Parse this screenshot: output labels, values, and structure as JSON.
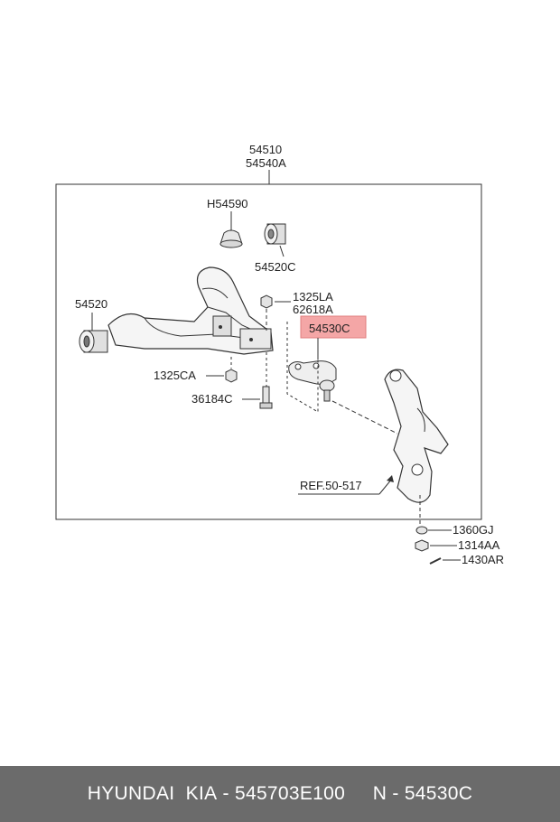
{
  "diagram": {
    "assembly_labels": [
      "54510",
      "54540A"
    ],
    "parts": {
      "h54590": "H54590",
      "p54520c": "54520C",
      "p54520": "54520",
      "p1325la": "1325LA",
      "p62618a": "62618A",
      "p54530c": "54530C",
      "p1325ca": "1325CA",
      "p36184c": "36184C",
      "ref": "REF.50-517",
      "p1360gj": "1360GJ",
      "p1314aa": "1314AA",
      "p1430ar": "1430AR"
    },
    "highlight_color": "#f4a6a6"
  },
  "footer": {
    "brand": "HYUNDAI  KIA",
    "sep1": " - ",
    "part_number": "545703E100",
    "gap": "     ",
    "prefix": "N",
    "sep2": " - ",
    "code": "54530C"
  }
}
